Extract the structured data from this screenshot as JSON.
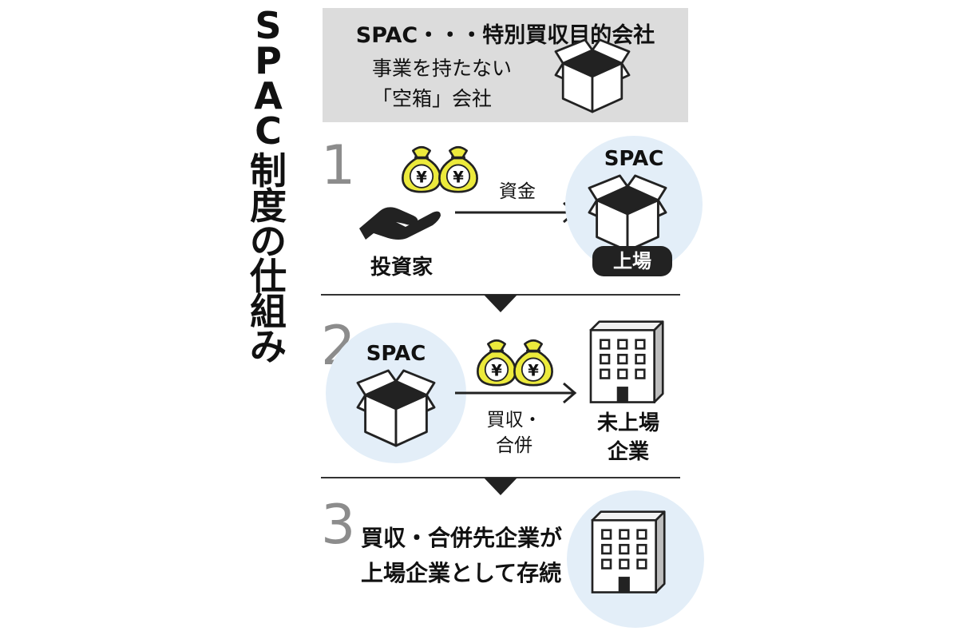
{
  "title_vertical": [
    "S",
    "P",
    "A",
    "C",
    "制",
    "度",
    "の",
    "仕",
    "組",
    "み"
  ],
  "definition": {
    "title": "SPAC・・・特別買収目的会社",
    "line1": "事業を持たない",
    "line2": "「空箱」会社"
  },
  "step1": {
    "number": "1",
    "investor_label": "投資家",
    "arrow_label": "資金",
    "spac_label": "SPAC",
    "badge": "上場"
  },
  "step2": {
    "number": "2",
    "spac_label": "SPAC",
    "arrow_label_line1": "買収・",
    "arrow_label_line2": "合併",
    "company_line1": "未上場",
    "company_line2": "企業"
  },
  "step3": {
    "number": "3",
    "text_line1": "買収・合併先企業が",
    "text_line2": "上場企業として存続"
  },
  "icons": [
    "box-icon",
    "money-bag-icon",
    "hand-icon",
    "building-icon",
    "arrow-right-icon",
    "triangle-down-icon"
  ],
  "colors": {
    "circle_fill": "#e3eef8",
    "bag_fill": "#ecea3c",
    "box_grey": "#dcdcdc"
  },
  "currency_symbol": "¥"
}
